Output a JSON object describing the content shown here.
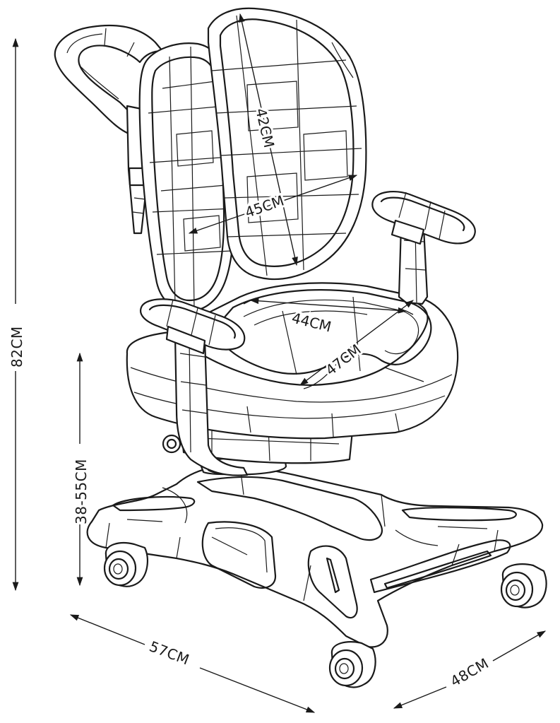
{
  "dimensions": {
    "total_height": "82CM",
    "seat_height": "38-55CM",
    "backrest_height": "42CM",
    "backrest_width": "45CM",
    "seat_width": "44CM",
    "seat_depth": "47CM",
    "base_width": "57CM",
    "base_depth": "48CM"
  },
  "colors": {
    "line": "#1a1a1a",
    "background": "#ffffff"
  }
}
